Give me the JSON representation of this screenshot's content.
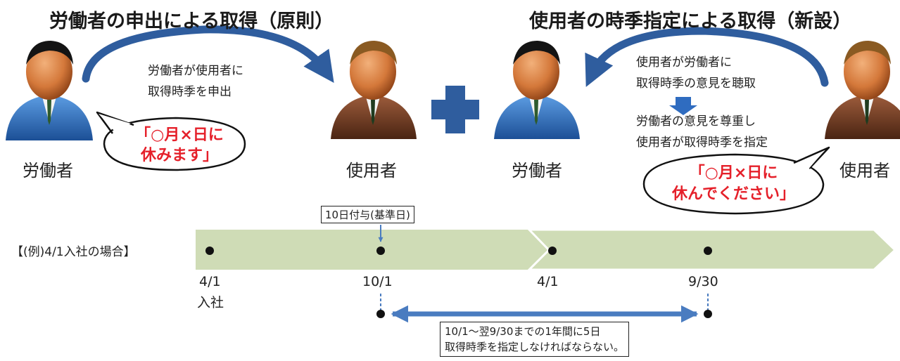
{
  "left_section": {
    "title": "労働者の申出による取得（原則）",
    "person_left_label": "労働者",
    "person_right_label": "使用者",
    "arrow_note_line1": "労働者が使用者に",
    "arrow_note_line2": "取得時季を申出",
    "bubble_line1": "「○月×日に",
    "bubble_line2": "休みます」"
  },
  "right_section": {
    "title": "使用者の時季指定による取得（新設）",
    "person_left_label": "労働者",
    "person_right_label": "使用者",
    "arrow_note_line1": "使用者が労働者に",
    "arrow_note_line2": "取得時季の意見を聴取",
    "step2_line1": "労働者の意見を尊重し",
    "step2_line2": "使用者が取得時季を指定",
    "bubble_line1": "「○月×日に",
    "bubble_line2": "休んでください」"
  },
  "timeline": {
    "example_label": "【(例)4/1入社の場合】",
    "grant_box": "10日付与(基準日)",
    "points": [
      {
        "date": "4/1",
        "sub": "入社"
      },
      {
        "date": "10/1",
        "sub": ""
      },
      {
        "date": "4/1",
        "sub": ""
      },
      {
        "date": "9/30",
        "sub": ""
      }
    ],
    "note_line1": "10/1～翌9/30までの1年間に5日",
    "note_line2": "取得時季を指定しなければならない。"
  },
  "colors": {
    "arrow_blue": "#2f5d9e",
    "timeline_green": "#cfdcb6",
    "bubble_red": "#e5202a",
    "plus_blue": "#2f5d9e"
  },
  "icons": {
    "worker": "person-blue-suit-icon",
    "employer": "person-brown-suit-icon",
    "plus": "plus-icon"
  }
}
